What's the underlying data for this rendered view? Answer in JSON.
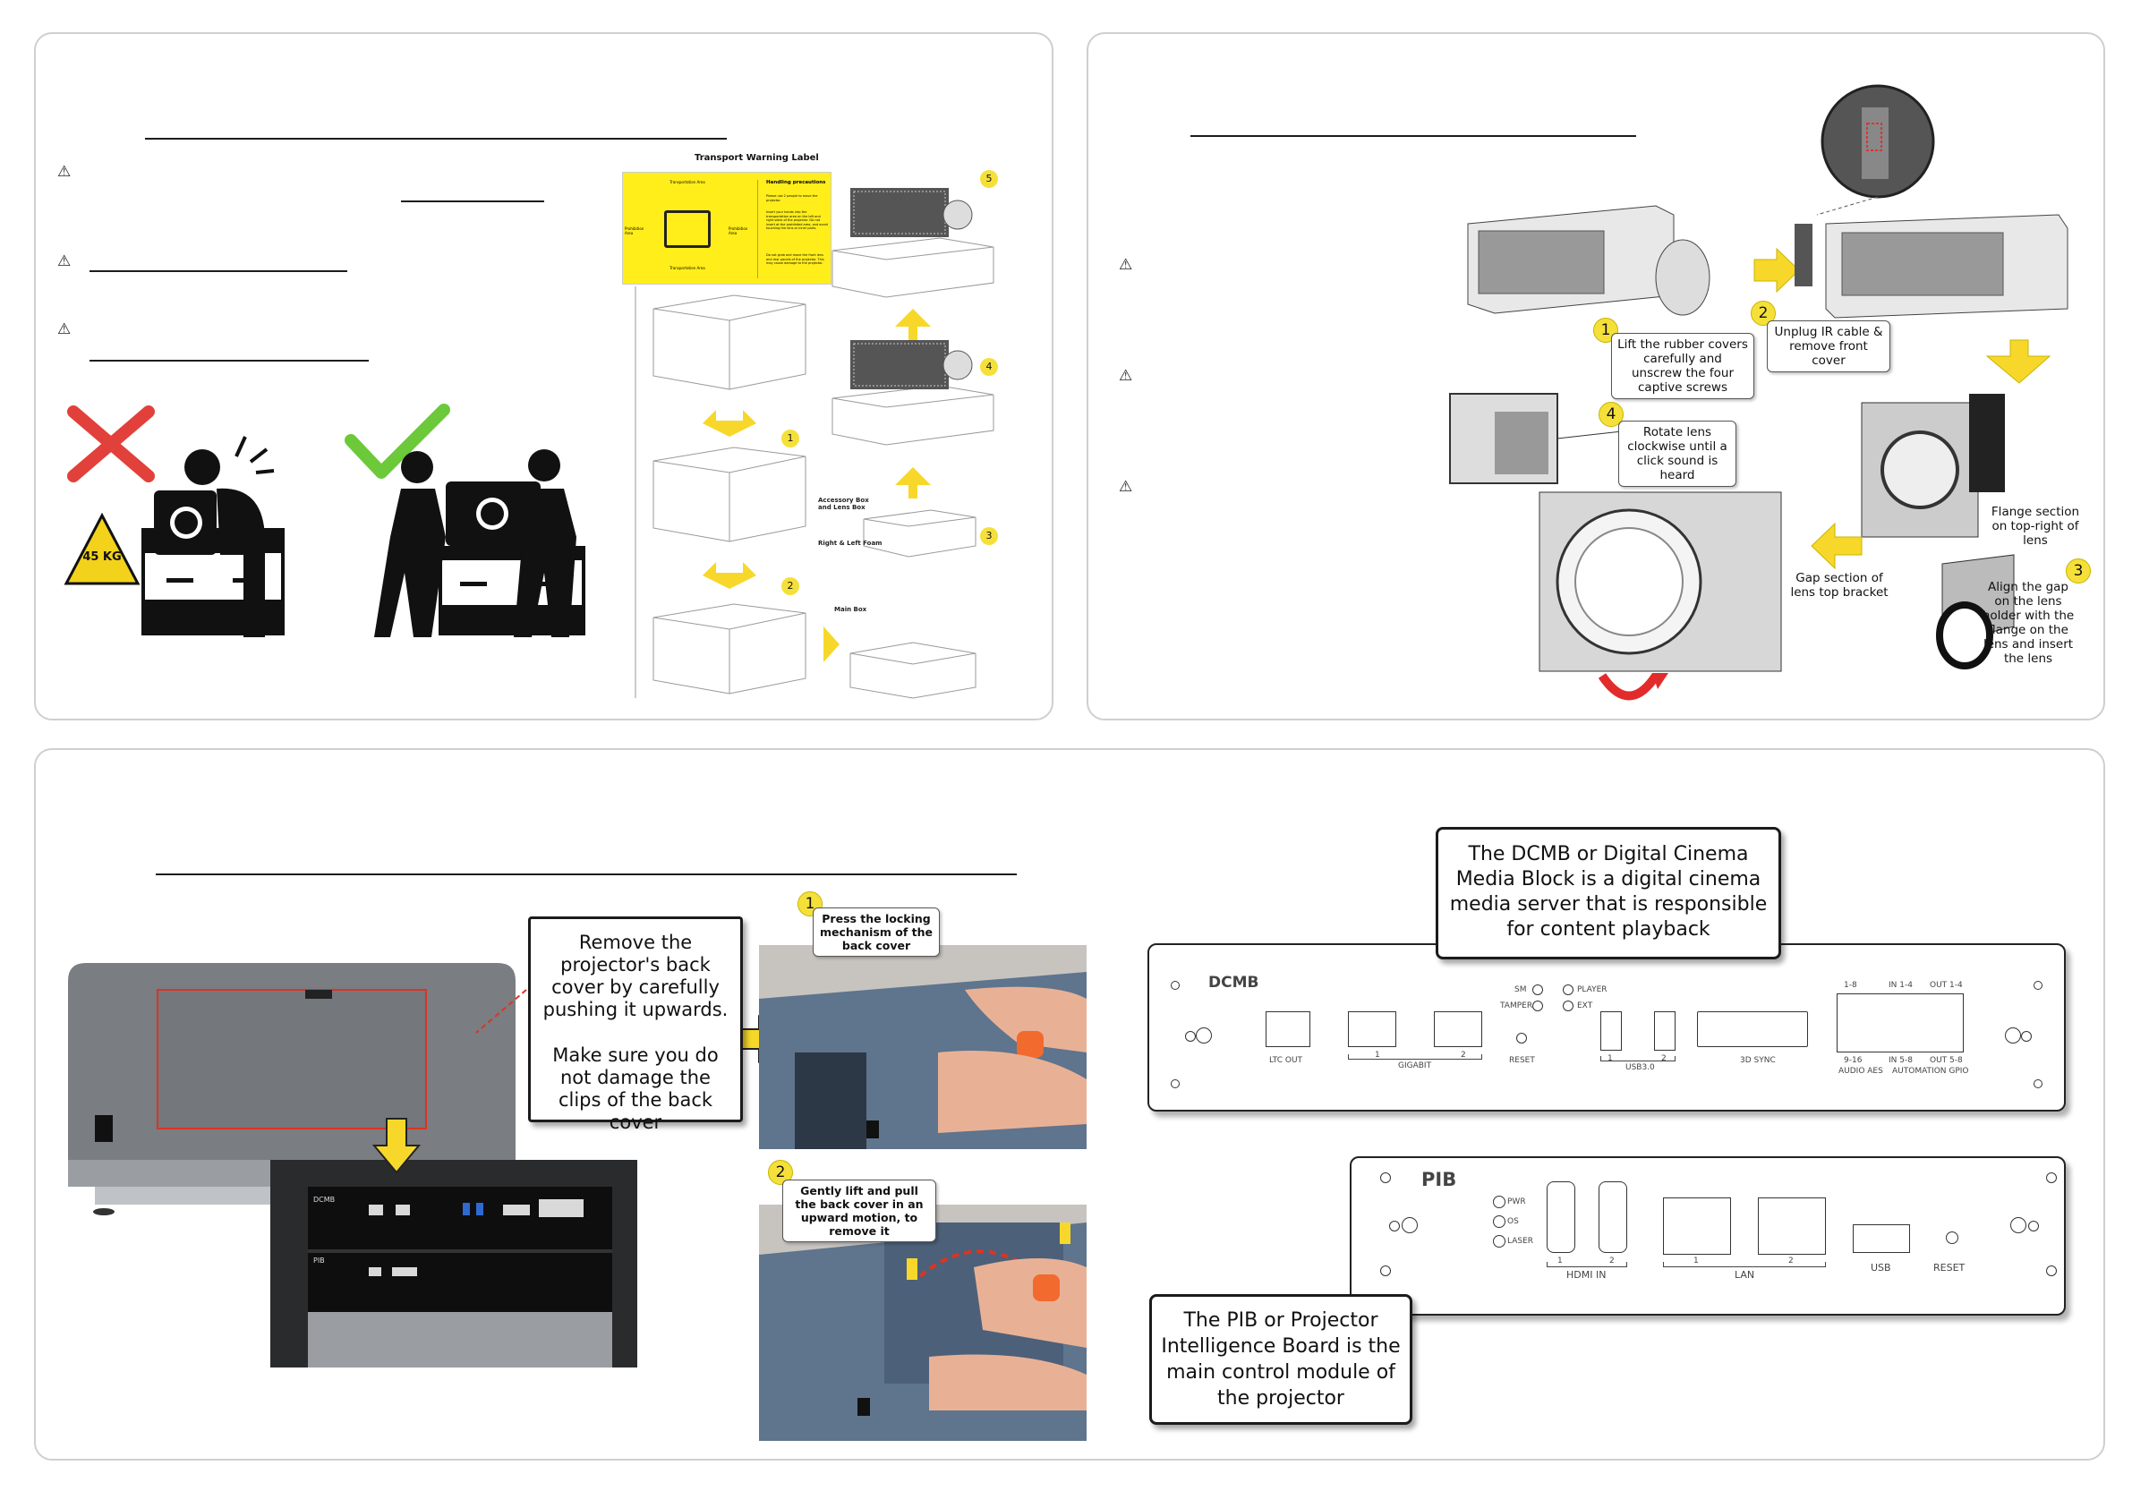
{
  "panel_a": {
    "transport_label_title": "Transport Warning Label",
    "label_zones": {
      "top": "Transportation Area",
      "left": "Prohibition Area",
      "right": "Prohibition Area",
      "bottom": "Transportation Area"
    },
    "handling_title": "Handling precautions",
    "handling_items": [
      "Please use 2 people to move the projector.",
      "Insert your hands into the transportation area on the left and right sides of the projector. Do not insert at the prohibited area, and avoid touching the lens or inner parts.",
      "Do not grab and move the front lens and rear panels of the projector. This may cause damage to the projector."
    ],
    "weight_badge": "45 KG",
    "step_labels": [
      "1",
      "2",
      "3",
      "4",
      "5"
    ],
    "box_labels": {
      "accessory": "Accessory Box and Lens Box",
      "foam": "Right & Left Foam",
      "main": "Main Box"
    }
  },
  "panel_b": {
    "steps": [
      {
        "num": "1",
        "text": "Lift the rubber covers carefully and unscrew the four captive screws"
      },
      {
        "num": "2",
        "text": "Unplug IR cable & remove front cover"
      },
      {
        "num": "3",
        "text": "Align the gap on the lens holder with the flange on the lens and insert the lens"
      },
      {
        "num": "4",
        "text": "Rotate lens clockwise until a click sound is heard"
      }
    ],
    "flange_note": "Flange section on top-right of lens",
    "gap_note": "Gap section of lens top bracket"
  },
  "panel_c": {
    "remove_cover_text": "Remove the projector's back cover by carefully pushing it upwards.",
    "clips_warning": "Make sure you do not damage the clips of the back cover",
    "step1": {
      "num": "1",
      "text": "Press the locking mechanism of the back cover"
    },
    "step2": {
      "num": "2",
      "text": "Gently lift and pull the back cover in an upward motion, to remove it"
    },
    "dcmb_callout": "The DCMB or Digital Cinema Media Block is a digital cinema media server that is responsible for content playback",
    "pib_callout": "The PIB or Projector Intelligence Board is the main control module of the projector",
    "dcmb_panel": {
      "title": "DCMB",
      "leds": [
        "SM",
        "TAMPER",
        "PLAYER",
        "EXT"
      ],
      "ports": {
        "ltc": "LTC OUT",
        "gigabit": "GIGABIT",
        "gig_nums": [
          "1",
          "2"
        ],
        "reset": "RESET",
        "usb": "USB3.0",
        "usb_nums": [
          "1",
          "2"
        ],
        "sync": "3D SYNC",
        "top_labels": [
          "1-8",
          "IN 1-4",
          "OUT 1-4"
        ],
        "bottom_labels": [
          "9-16",
          "IN 5-8",
          "OUT 5-8"
        ],
        "audio": "AUDIO AES",
        "gpio": "AUTOMATION GPIO"
      }
    },
    "pib_panel": {
      "title": "PIB",
      "leds": [
        "PWR",
        "OS",
        "LASER"
      ],
      "hdmi": "HDMI IN",
      "hdmi_nums": [
        "1",
        "2"
      ],
      "lan": "LAN",
      "lan_nums": [
        "1",
        "2"
      ],
      "usb": "USB",
      "reset": "RESET"
    },
    "io_board_labels": {
      "dcmb": "DCMB",
      "pib": "PIB"
    }
  },
  "colors": {
    "callout_yellow": "#f5e03a",
    "arrow_yellow": "#f7d82a",
    "warning_red": "#e22b2b",
    "check_green": "#6cc93a"
  }
}
